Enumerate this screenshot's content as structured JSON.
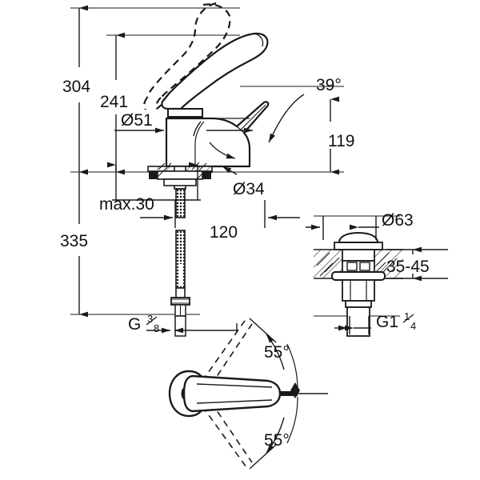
{
  "drawing": {
    "title": "Single-lever basin mixer dimensional drawing",
    "background_color": "#ffffff",
    "line_color": "#1a1a1a",
    "text_color": "#111111",
    "views": {
      "elevation": "faucet-elevation-view",
      "drain": "drain-assembly-view",
      "plan": "handle-plan-view"
    }
  },
  "dimensions": {
    "total_height": "304",
    "spout_height": "241",
    "below_counter": "335",
    "body_diameter": "Ø51",
    "tail_diameter": "Ø34",
    "max_thickness": "max.30",
    "tail_length": "120",
    "spout_projection": "119",
    "supply_thread": "G",
    "supply_thread_num": "3",
    "supply_thread_den": "8",
    "spout_angle": "39°",
    "drain_cap_diameter": "Ø63",
    "drain_basin_range": "35-45",
    "drain_thread": "G1",
    "drain_thread_num": "1",
    "drain_thread_den": "4",
    "swivel_angle_upper": "55°",
    "swivel_angle_lower": "55°"
  }
}
